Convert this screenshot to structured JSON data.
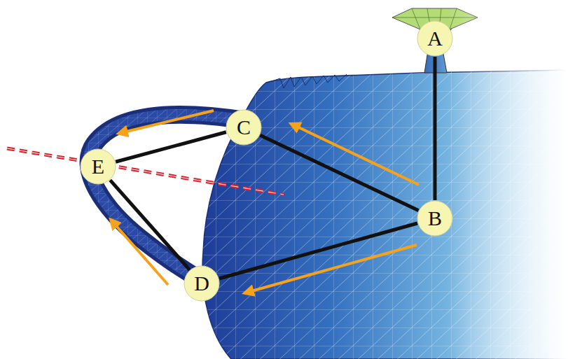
{
  "diagram": {
    "nodes": [
      {
        "text": [
          "A"
        ]
      },
      {
        "text": [
          "C"
        ]
      },
      {
        "text": [
          "E"
        ]
      },
      {
        "text": [
          "B"
        ]
      },
      {
        "text": [
          "D"
        ]
      }
    ],
    "edges": [
      {
        "from": 0,
        "to": 3,
        "arrow": "none"
      },
      {
        "from": 3,
        "to": 1,
        "arrow": "none"
      },
      {
        "from": 3,
        "to": 4,
        "arrow": "none"
      },
      {
        "from": 1,
        "to": 2,
        "arrow": "none"
      },
      {
        "from": 2,
        "to": 4,
        "arrow": "none"
      }
    ]
  }
}
